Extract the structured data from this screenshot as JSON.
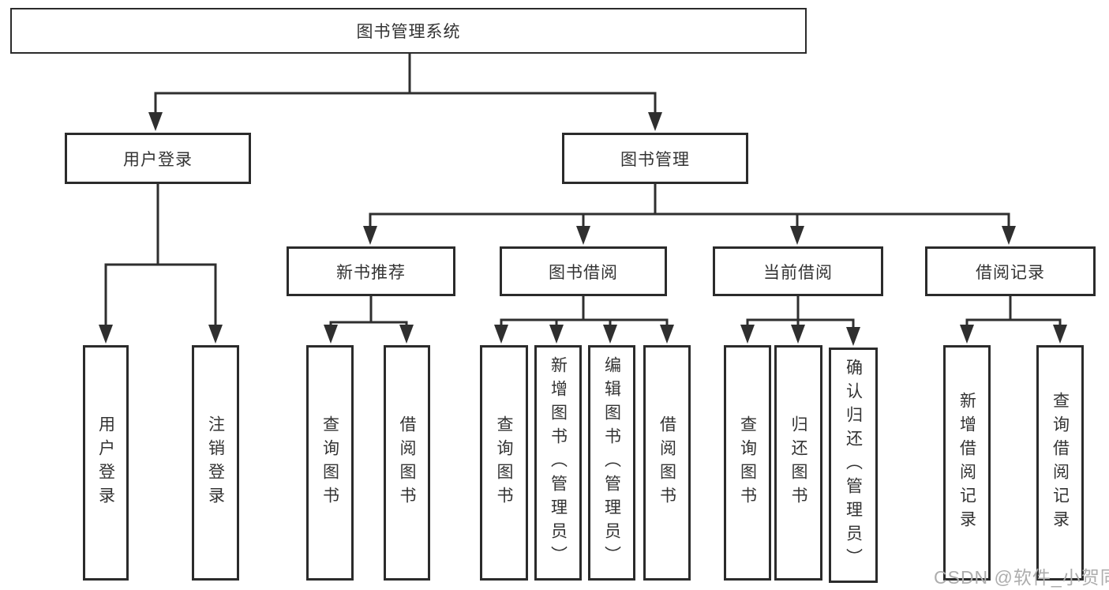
{
  "diagram": {
    "title": "图书管理系统",
    "watermark": "CSDN @软件_小贺同学",
    "colors": {
      "line": "#2f2f2f",
      "box_border": "#2b2b2b",
      "text": "#333333",
      "watermark": "#adadad",
      "background": "#ffffff"
    },
    "tree": {
      "label": "图书管理系统",
      "children": [
        {
          "label": "用户登录",
          "children": [
            {
              "label": "用户登录"
            },
            {
              "label": "注销登录"
            }
          ]
        },
        {
          "label": "图书管理",
          "children": [
            {
              "label": "新书推荐",
              "children": [
                {
                  "label": "查询图书"
                },
                {
                  "label": "借阅图书"
                }
              ]
            },
            {
              "label": "图书借阅",
              "children": [
                {
                  "label": "查询图书"
                },
                {
                  "label": "新增图书（管理员）"
                },
                {
                  "label": "编辑图书（管理员）"
                },
                {
                  "label": "借阅图书"
                }
              ]
            },
            {
              "label": "当前借阅",
              "children": [
                {
                  "label": "查询图书"
                },
                {
                  "label": "归还图书"
                },
                {
                  "label": "确认归还（管理员）"
                }
              ]
            },
            {
              "label": "借阅记录",
              "children": [
                {
                  "label": "新增借阅记录"
                },
                {
                  "label": "查询借阅记录"
                }
              ]
            }
          ]
        }
      ]
    }
  }
}
